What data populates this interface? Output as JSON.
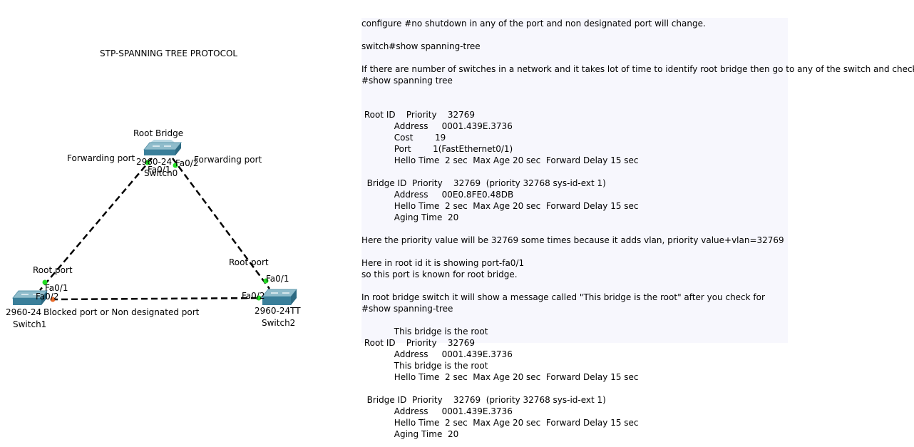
{
  "diagram": {
    "title": "STP-SPANNING TREE PROTOCOL",
    "root_bridge_label": "Root Bridge",
    "forwarding_port_left": "Forwarding port",
    "forwarding_port_right": "Forwarding port",
    "root_port_left": "Root port",
    "root_port_right": "Root port",
    "blocked_label": "Blocked port  or Non designated port",
    "colors": {
      "switch_top": "#8fbccb",
      "switch_side": "#3a7f9a",
      "port_green": "#22dd22",
      "port_orange": "#e86a2a",
      "link": "#000000"
    },
    "switches": [
      {
        "name": "Switch0",
        "model": "2960-24",
        "ports": [
          "Fa0/1",
          "Fa0/2"
        ]
      },
      {
        "name": "Switch1",
        "model": "2960-24",
        "ports": [
          "Fa0/1",
          "Fa0/2"
        ]
      },
      {
        "name": "Switch2",
        "model": "2960-24TT",
        "ports": [
          "Fa0/1",
          "Fa0/2"
        ]
      }
    ]
  },
  "notes": [
    "configure #no shutdown in any of the port and non designated port will change.",
    "",
    "switch#show spanning-tree",
    "",
    "If there are number of switches in a network and it takes lot of time to identify root bridge then go to any of the switch and check by",
    "#show spanning tree",
    "",
    "",
    " Root ID    Priority    32769",
    "            Address     0001.439E.3736",
    "            Cost        19",
    "            Port        1(FastEthernet0/1)",
    "            Hello Time  2 sec  Max Age 20 sec  Forward Delay 15 sec",
    "",
    "  Bridge ID  Priority    32769  (priority 32768 sys-id-ext 1)",
    "            Address     00E0.8FE0.48DB",
    "            Hello Time  2 sec  Max Age 20 sec  Forward Delay 15 sec",
    "            Aging Time  20",
    "",
    "Here the priority value will be 32769 some times because it adds vlan, priority value+vlan=32769",
    "",
    "Here in root id it is showing port-fa0/1",
    "so this port is known for root bridge.",
    "",
    "In root bridge switch it will show a message called \"This bridge is the root\" after you check for",
    "#show spanning-tree",
    "",
    "            This bridge is the root",
    " Root ID    Priority    32769",
    "            Address     0001.439E.3736",
    "            This bridge is the root",
    "            Hello Time  2 sec  Max Age 20 sec  Forward Delay 15 sec",
    "",
    "  Bridge ID  Priority    32769  (priority 32768 sys-id-ext 1)",
    "            Address     0001.439E.3736",
    "            Hello Time  2 sec  Max Age 20 sec  Forward Delay 15 sec",
    "            Aging Time  20"
  ]
}
